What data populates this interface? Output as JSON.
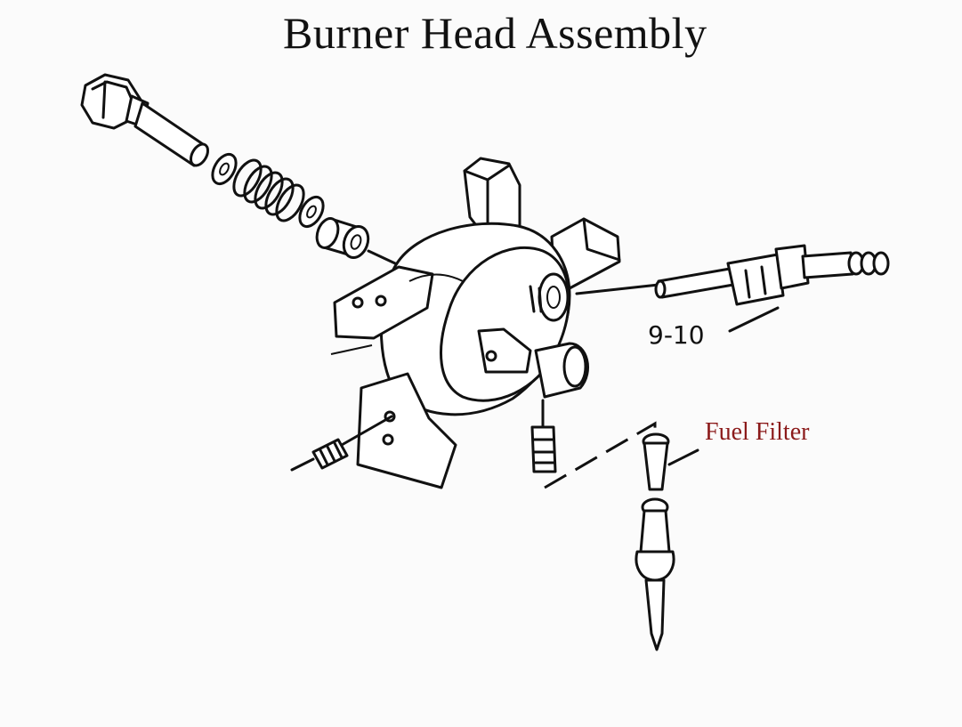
{
  "title": "Burner Head Assembly",
  "callouts": {
    "part_number": "9-10",
    "fuel_filter": "Fuel Filter"
  },
  "colors": {
    "fuel_filter_label": "#8b1a1a",
    "ink": "#111111",
    "paper": "#fbfbfb"
  }
}
